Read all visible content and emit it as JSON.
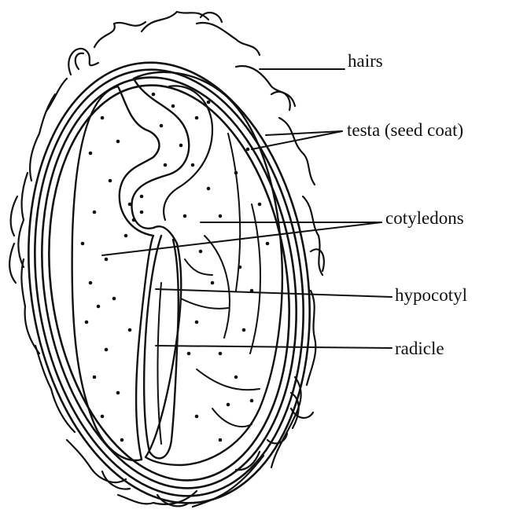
{
  "labels": {
    "hairs": "hairs",
    "testa": "testa  (seed coat)",
    "cotyledons": "cotyledons",
    "hypocotyl": "hypocotyl",
    "radicle": "radicle"
  },
  "colors": {
    "ink": "#111111",
    "background": "#ffffff"
  }
}
